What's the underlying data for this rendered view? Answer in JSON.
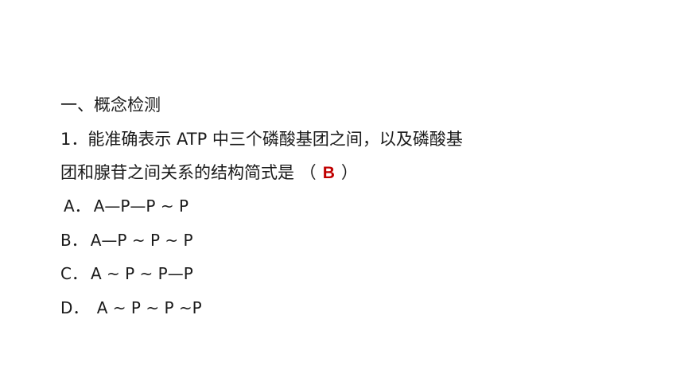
{
  "section_heading": "一、概念检测",
  "question": {
    "line1": "1．能准确表示 ATP 中三个磷酸基团之间，以及磷酸基",
    "line2_before": "团和腺苷之间关系的结构简式是 （",
    "answer": "B",
    "line2_after": "）"
  },
  "options": [
    {
      "letter": "A．",
      "text": "A—P—P ~ P"
    },
    {
      "letter": "B．",
      "text": "A—P ~ P ~ P"
    },
    {
      "letter": "C．",
      "text": "A ~ P ~ P—P"
    },
    {
      "letter": "D．",
      "text": " A ~ P ~ P ~P"
    }
  ],
  "colors": {
    "answer": "#c00000",
    "text": "#1a1a1a",
    "background": "#ffffff"
  }
}
